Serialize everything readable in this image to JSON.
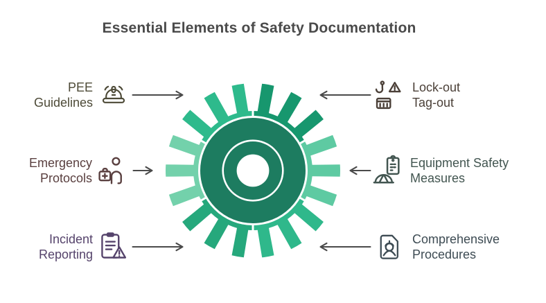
{
  "title": "Essential Elements of Safety Documentation",
  "title_color": "#4a4a4a",
  "arrow_color": "#4a4a4a",
  "items": [
    {
      "name": "pee-guidelines",
      "lines": [
        "PEE",
        "Guidelines"
      ],
      "icon": "hard-hat-alert-icon",
      "color": "#4d4a37",
      "side": "left"
    },
    {
      "name": "emergency-protocols",
      "lines": [
        "Emergency",
        "Protocols"
      ],
      "icon": "first-aid-person-icon",
      "color": "#5a4040",
      "side": "left"
    },
    {
      "name": "incident-reporting",
      "lines": [
        "Incident",
        "Reporting"
      ],
      "icon": "clipboard-warning-icon",
      "color": "#55436b",
      "side": "left"
    },
    {
      "name": "lockout-tagout",
      "lines": [
        "Lock-out",
        "Tag-out"
      ],
      "icon": "crane-hook-warning-icon",
      "color": "#4b4038",
      "side": "right"
    },
    {
      "name": "equipment-safety-measures",
      "lines": [
        "Equipment Safety",
        "Measures"
      ],
      "icon": "helmet-document-icon",
      "color": "#425550",
      "side": "right"
    },
    {
      "name": "comprehensive-procedures",
      "lines": [
        "Comprehensive",
        "Procedures"
      ],
      "icon": "worker-badge-icon",
      "color": "#3d4b53",
      "side": "right"
    }
  ],
  "gear": {
    "teeth": 18,
    "segment_count": 6,
    "hub_color": "#1d7c60",
    "divider_color": "#ffffff",
    "center_hole_color": "#ffffff",
    "segments": [
      {
        "position": "top-right",
        "color": "#17976e"
      },
      {
        "position": "right",
        "color": "#5ecaa2"
      },
      {
        "position": "bottom-right",
        "color": "#2fb88b"
      },
      {
        "position": "bottom-left",
        "color": "#26a87c"
      },
      {
        "position": "left",
        "color": "#73d1ab"
      },
      {
        "position": "top-left",
        "color": "#2eba8c"
      }
    ]
  }
}
